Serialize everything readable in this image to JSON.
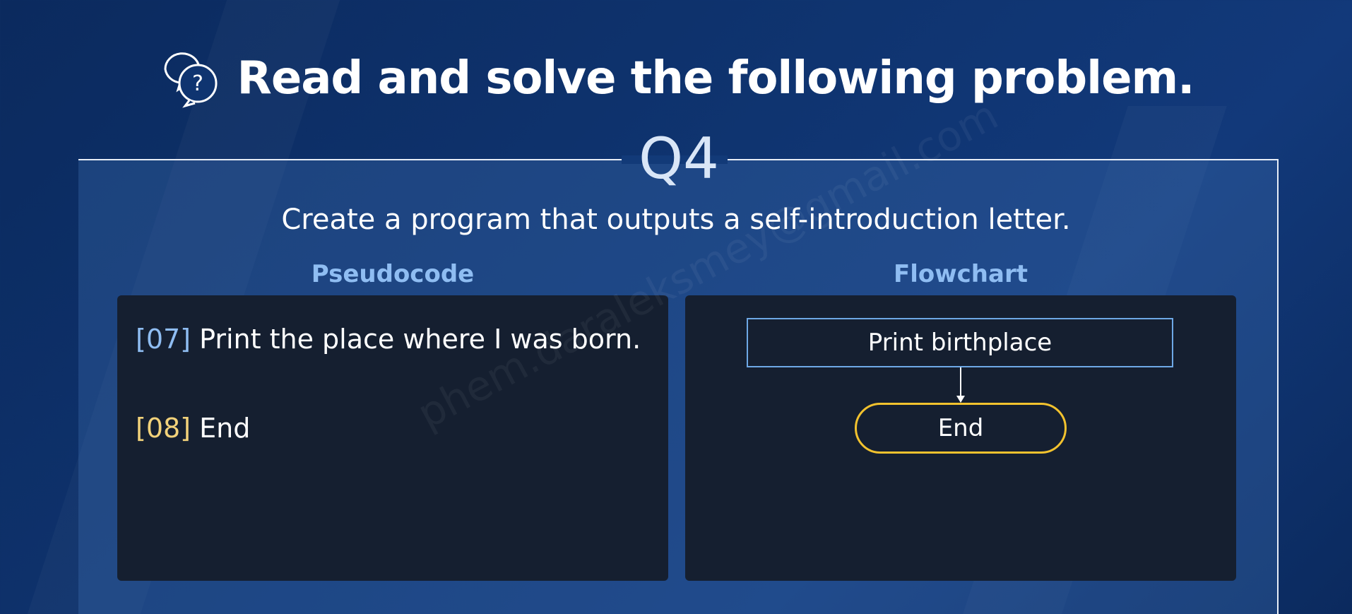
{
  "title": {
    "icon": "question-chat-icon",
    "text": "Read and solve the following problem."
  },
  "question": {
    "number": "Q4",
    "prompt": "Create a program that outputs a self-introduction letter."
  },
  "pseudocode": {
    "heading": "Pseudocode",
    "lines": [
      {
        "number": "[07]",
        "text": "Print the place where I was born."
      },
      {
        "number": "[08]",
        "text": "End"
      }
    ]
  },
  "flowchart": {
    "heading": "Flowchart",
    "process_label": "Print birthplace",
    "terminal_label": "End"
  },
  "watermark": "phem.daraleksmey@gmail.com",
  "colors": {
    "background": "#0f3470",
    "panel_border": "#e8eef7",
    "heading_blue": "#8fbdf2",
    "line_number_blue": "#8fbdf2",
    "line_number_yellow": "#f2d27a",
    "process_border": "#6ea8e6",
    "terminal_border": "#f2c22e",
    "box_background": "#151f30"
  }
}
